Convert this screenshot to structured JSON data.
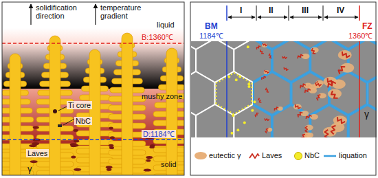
{
  "diagram": {
    "labels": [
      "solidification direction",
      "temperature gradient",
      "liquid",
      "B:1360℃",
      "mushy zone",
      "Ti core",
      "NbC",
      "D:1184℃",
      "Laves",
      "solid",
      "γ",
      "BM",
      "1184℃",
      "I",
      "II",
      "III",
      "IV",
      "FZ",
      "1360℃",
      "γ"
    ],
    "legend": [
      {
        "text": "eutectic γ",
        "color": "#e8b07a"
      },
      {
        "text": "Laves"
      },
      {
        "text": "NbC",
        "color": "#f4ec2a"
      },
      {
        "text": "liquation"
      }
    ]
  }
}
